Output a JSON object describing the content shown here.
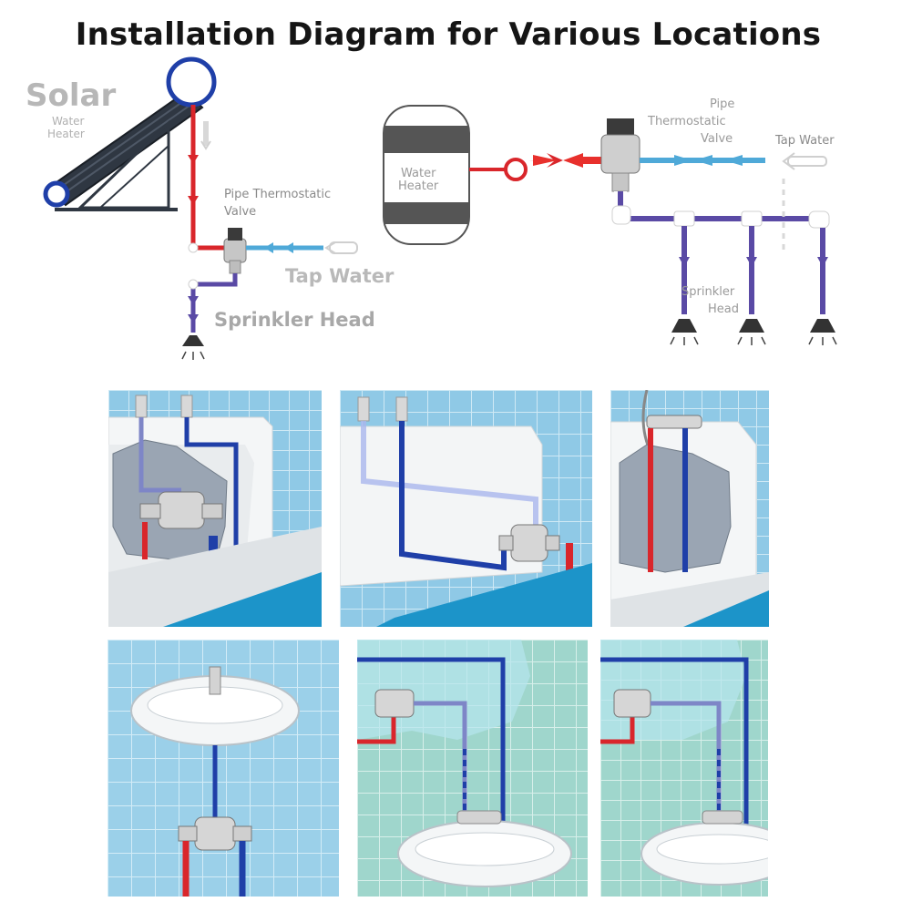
{
  "title": "Installation Diagram for Various Locations",
  "solar": {
    "heading": "Solar",
    "heater_line1": "Water",
    "heater_line2": "Heater",
    "valve_line1": "Pipe Thermostatic",
    "valve_line2": "Valve",
    "tap_water": "Tap Water",
    "sprinkler": "Sprinkler Head"
  },
  "tank": {
    "heater_line1": "Water",
    "heater_line2": "Heater",
    "valve_line1": "Pipe",
    "valve_line2": "Thermostatic",
    "valve_line3": "Valve",
    "tap_water": "Tap Water",
    "sprinkler_line1": "Sprinkler",
    "sprinkler_line2": "Head"
  },
  "colors": {
    "hot": "#d9262b",
    "cold": "#1f3fa8",
    "mixed": "#5a4aa5",
    "tile": "#8fc9e6",
    "floor": "#1c94c9",
    "arrow_red": "#e8302c",
    "arrow_blue": "#4fa9d8"
  }
}
